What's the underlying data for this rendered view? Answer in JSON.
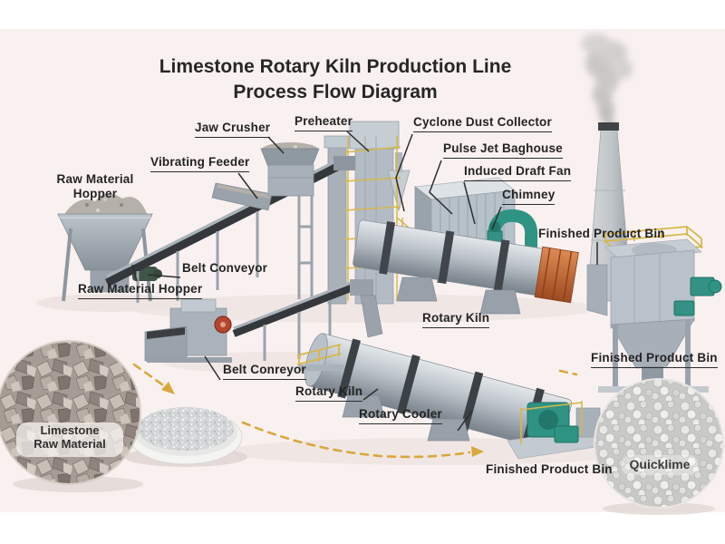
{
  "title": {
    "line1": "Limestone Rotary Kiln Production Line",
    "line2": "Process Flow Diagram"
  },
  "labels": {
    "jaw_crusher": "Jaw Crusher",
    "preheater": "Preheater",
    "cyclone_dust_collector": "Cyclone Dust Collector",
    "pulse_jet_baghouse": "Pulse Jet Baghouse",
    "induced_draft_fan": "Induced Draft Fan",
    "chimney": "Chimney",
    "vibrating_feeder": "Vibrating Feeder",
    "raw_material_hopper_line1": "Raw Material",
    "raw_material_hopper_line2": "Hopper",
    "belt_conveyor": "Belt Conveyor",
    "raw_material_hopper": "Raw Material Hopper",
    "finished_product_bin_top": "Finished Product Bin",
    "rotary_kiln_upper": "Rotary Kiln",
    "belt_conreyor": "Belt Conreyor",
    "rotary_kiln_lower": "Rotary Kiln",
    "rotary_cooler": "Rotary Cooler",
    "finished_product_bin_right": "Finished Product Bin",
    "finished_product_bin_bottom": "Finished Product Bin"
  },
  "insets": {
    "limestone_line1": "Limestone",
    "limestone_line2": "Raw Material",
    "quicklime": "Quicklime"
  },
  "colors": {
    "background": "#f9f1f0",
    "label_text": "#232323",
    "equipment_gray": "#b6bfc7",
    "belt_dark": "#34383c",
    "scaffold_yellow": "#d6b84a",
    "machinery_teal": "#2f9383",
    "kiln_head_orange": "#c2622f",
    "flow_dash": "#d9a73c"
  }
}
